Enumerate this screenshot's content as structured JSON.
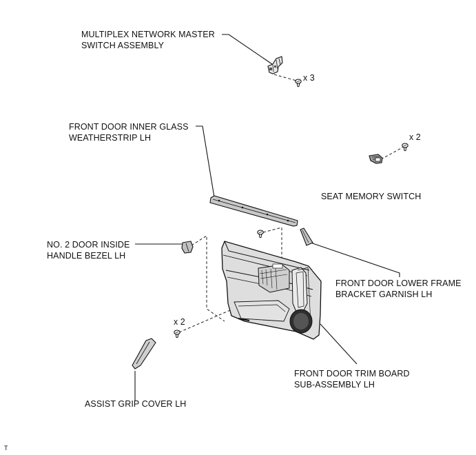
{
  "diagram": {
    "labels": {
      "master_switch": [
        "MULTIPLEX NETWORK MASTER",
        "SWITCH ASSEMBLY"
      ],
      "weatherstrip": [
        "FRONT DOOR INNER GLASS",
        "WEATHERSTRIP LH"
      ],
      "seat_memory": [
        "SEAT MEMORY SWITCH"
      ],
      "handle_bezel": [
        "NO. 2 DOOR INSIDE",
        "HANDLE BEZEL LH"
      ],
      "frame_garnish": [
        "FRONT DOOR LOWER FRAME",
        "BRACKET GARNISH LH"
      ],
      "trim_board": [
        "FRONT DOOR TRIM BOARD",
        "SUB-ASSEMBLY LH"
      ],
      "assist_grip": [
        "ASSIST GRIP COVER LH"
      ]
    },
    "quantities": {
      "master_switch_screws": "x 3",
      "seat_memory_screws": "x 2",
      "trim_board_screws": "x 2"
    },
    "corner_mark": "T"
  }
}
